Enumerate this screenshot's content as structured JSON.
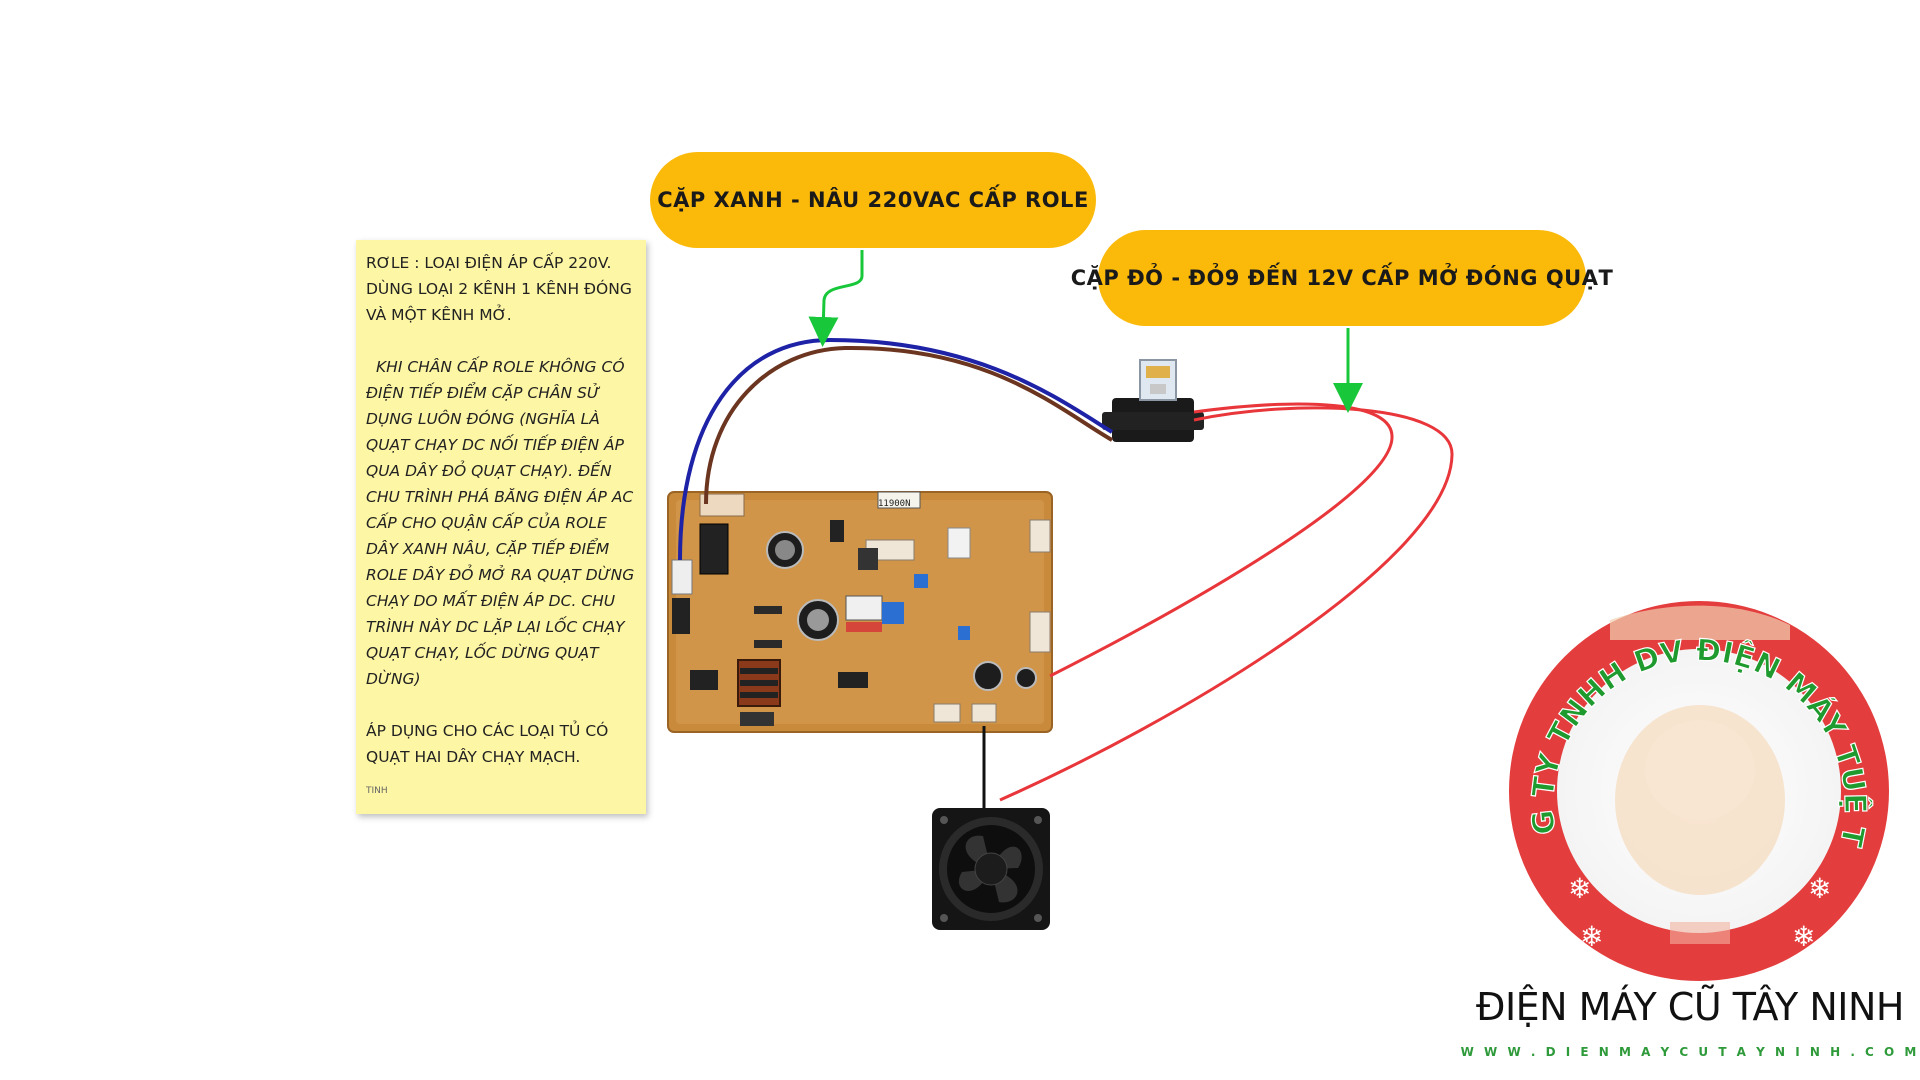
{
  "labels": {
    "green_brown_pair": "CẶP XANH - NÂU 220VAC CẤP ROLE",
    "red_pair": "CẶP ĐỎ - ĐỎ9 ĐẾN 12V CẤP MỞ  ĐÓNG QUẠT"
  },
  "note": {
    "line1": "RƠLE : LOẠI ĐIỆN ÁP CẤP  220V. DÙNG LOẠI 2 KÊNH 1 KÊNH ĐÓNG VÀ MỘT KÊNH MỞ.",
    "line2": "KHI CHÂN CẤP ROLE KHÔNG CÓ ĐIỆN TIẾP ĐIỂM CẶP CHÂN SỬ DỤNG LUÔN ĐÓNG (NGHĨA LÀ QUẠT CHẠY DC NỐI TIẾP ĐIỆN ÁP QUA DÂY ĐỎ QUẠT CHẠY). ĐẾN CHU TRÌNH PHÁ BĂNG ĐIỆN ÁP AC CẤP CHO QUẬN CẤP CỦA ROLE DÂY XANH NÂU, CẶP TIẾP ĐIỂM ROLE DÂY ĐỎ MỞ RA QUẠT DỪNG CHẠY DO MẤT ĐIỆN ÁP DC. CHU TRÌNH NÀY DC LẶP LẠI LỐC CHẠY QUẠT CHẠY, LỐC DỪNG QUẠT DỪNG)",
    "line3": "ÁP DỤNG CHO CÁC LOẠI TỦ CÓ QUẠT HAI DÂY CHẠY MẠCH.",
    "signature": "TINH"
  },
  "logo": {
    "ring_text": "CÔNG TY TNHH DV ĐIỆN MÁY TUỆ TĨNH",
    "brand": "ĐIỆN MÁY CŨ TÂY NINH",
    "website": "W W W . D I E N M A Y C U T A Y N I N H . C O M"
  },
  "board": {
    "marking": "11900N"
  },
  "colors": {
    "label_bg": "#fbb90a",
    "note_bg": "#fdf6a4",
    "wire_blue": "#1d22a6",
    "wire_brown": "#6b3520",
    "wire_red": "#e8363a",
    "arrow_green": "#18c83a",
    "logo_red": "#e43d3d",
    "logo_green": "#1f9a2e"
  },
  "icons": {
    "relay": "relay-icon",
    "fan": "fan-icon",
    "board": "circuit-board-icon"
  }
}
